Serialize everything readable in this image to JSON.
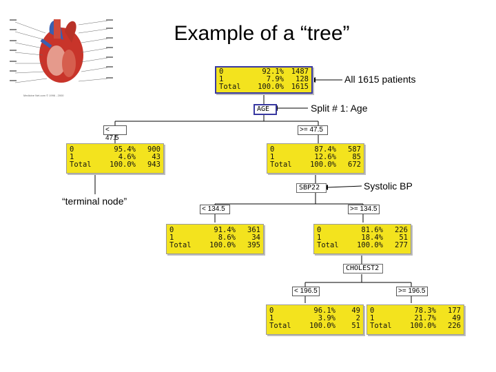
{
  "title": "Example of a “tree”",
  "annotations": {
    "all_patients": "All 1615 patients",
    "split1": "Split # 1: Age",
    "systolic": "Systolic BP",
    "terminal": "“terminal node”"
  },
  "heart_image": {
    "description_icon": "heart-anatomy-illustration",
    "caption": "Medicine Net.com © 1996 - 2000"
  },
  "split_labels": {
    "age": "AGE",
    "sbp": "SBP22",
    "chol": "CHOLEST2"
  },
  "conditions": {
    "age_lt": "< 47.5",
    "age_ge": ">= 47.5",
    "sbp_lt": "< 134.5",
    "sbp_ge": ">= 134.5",
    "chol_lt": "< 196.5",
    "chol_ge": ">= 196.5"
  },
  "nodes": {
    "root": {
      "r0": [
        "0",
        "92.1%",
        "1487"
      ],
      "r1": [
        "1",
        "7.9%",
        "128"
      ],
      "rt": [
        "Total",
        "100.0%",
        "1615"
      ]
    },
    "age_lt": {
      "r0": [
        "0",
        "95.4%",
        "900"
      ],
      "r1": [
        "1",
        "4.6%",
        "43"
      ],
      "rt": [
        "Total",
        "100.0%",
        "943"
      ]
    },
    "age_ge": {
      "r0": [
        "0",
        "87.4%",
        "587"
      ],
      "r1": [
        "1",
        "12.6%",
        "85"
      ],
      "rt": [
        "Total",
        "100.0%",
        "672"
      ]
    },
    "sbp_lt": {
      "r0": [
        "0",
        "91.4%",
        "361"
      ],
      "r1": [
        "1",
        "8.6%",
        "34"
      ],
      "rt": [
        "Total",
        "100.0%",
        "395"
      ]
    },
    "sbp_ge": {
      "r0": [
        "0",
        "81.6%",
        "226"
      ],
      "r1": [
        "1",
        "18.4%",
        "51"
      ],
      "rt": [
        "Total",
        "100.0%",
        "277"
      ]
    },
    "chol_lt": {
      "r0": [
        "0",
        "96.1%",
        "49"
      ],
      "r1": [
        "1",
        "3.9%",
        "2"
      ],
      "rt": [
        "Total",
        "100.0%",
        "51"
      ]
    },
    "chol_ge": {
      "r0": [
        "0",
        "78.3%",
        "177"
      ],
      "r1": [
        "1",
        "21.7%",
        "49"
      ],
      "rt": [
        "Total",
        "100.0%",
        "226"
      ]
    }
  },
  "colors": {
    "node_fill": "#f3e31e",
    "accent_border": "#3737a0"
  }
}
